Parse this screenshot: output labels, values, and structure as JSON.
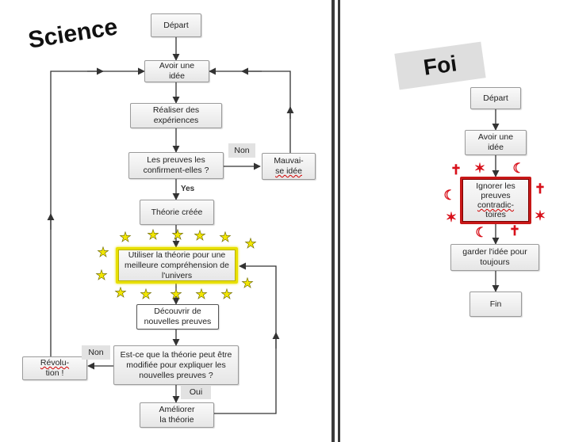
{
  "science": {
    "banner": "Science",
    "nodes": {
      "start": "Départ",
      "idea": "Avoir une idée",
      "experiments": "Réaliser des expériences",
      "confirm": "Les preuves les confirment-elles ?",
      "bad_idea_a": "Mauvai-",
      "bad_idea_b": "se idée",
      "theory_created": "Théorie créée",
      "use_theory": "Utiliser la théorie pour une meilleure compréhension de l'univers",
      "discover": "Découvrir de nouvelles preuves",
      "can_modify": "Est-ce que la théorie peut être modifiée pour expliquer les nouvelles preuves ?",
      "revolution_a": "Révolu-",
      "revolution_b": "tion !",
      "improve_a": "Améliorer",
      "improve_b": "la théorie"
    },
    "edge_labels": {
      "no_top": "Non",
      "yes": "Yes",
      "no_bottom": "Non",
      "yes_bottom": "Oui"
    }
  },
  "faith": {
    "banner": "Foi",
    "nodes": {
      "start": "Départ",
      "idea": "Avoir une idée",
      "ignore_a": "Ignorer les",
      "ignore_b": "preuves",
      "ignore_c": "contradic-",
      "ignore_d": "toires",
      "keep": "garder l'idée pour toujours",
      "end": "Fin"
    }
  },
  "icons": {
    "star": "star-icon",
    "cross": "cross-icon",
    "crescent": "crescent-icon"
  },
  "colors": {
    "highlight_yellow": "#e8e000",
    "highlight_red": "#c81818",
    "divider": "#3a3a3a"
  }
}
